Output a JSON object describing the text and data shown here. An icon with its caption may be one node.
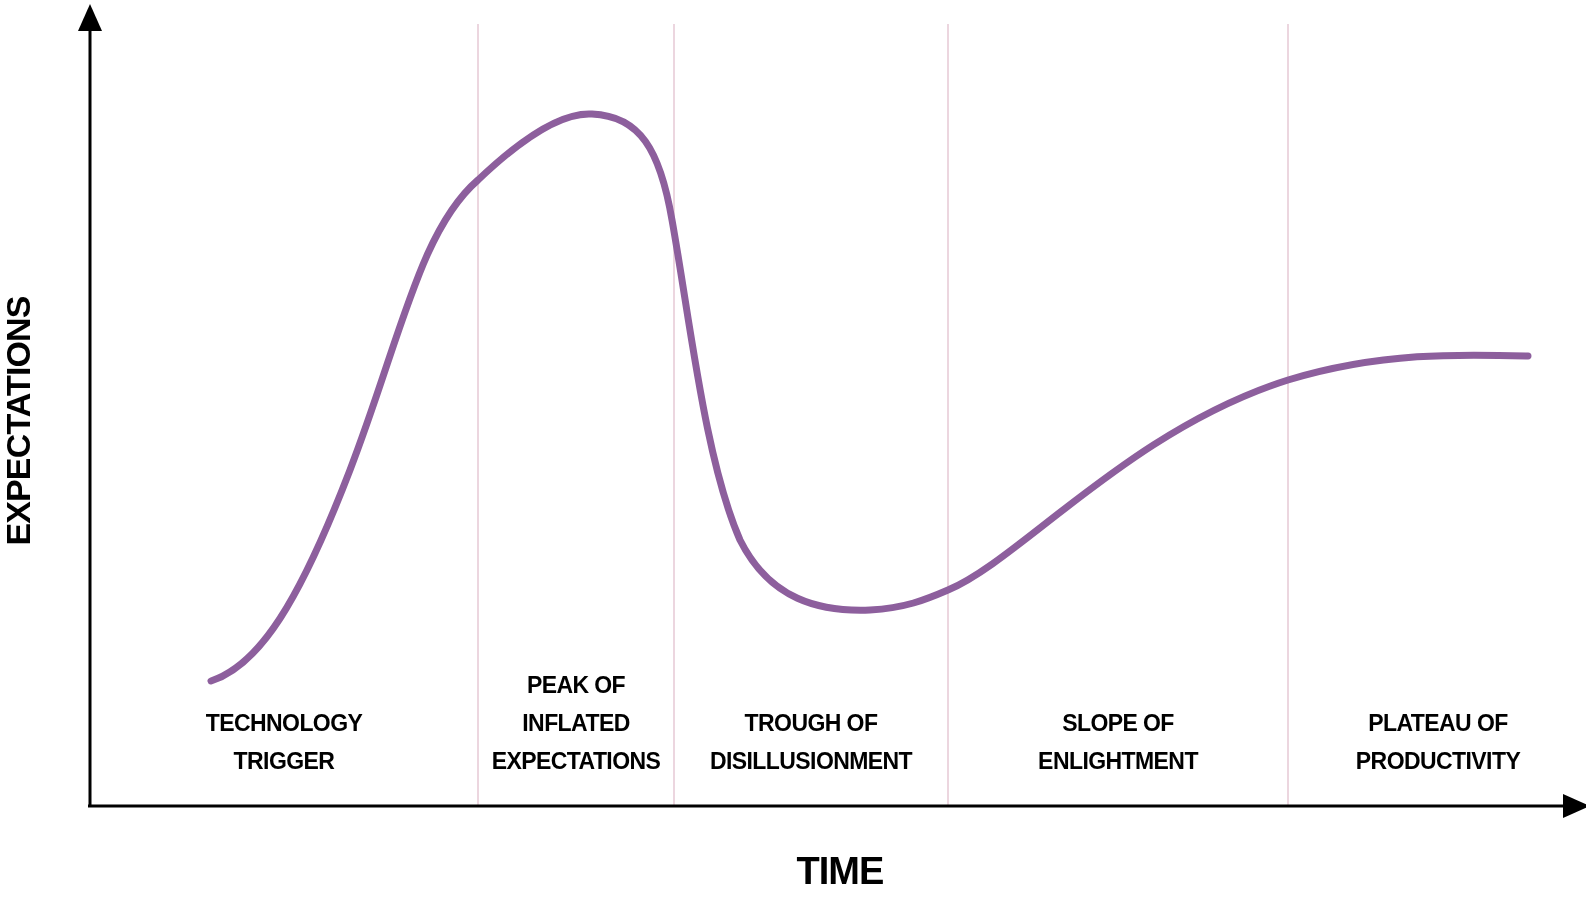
{
  "diagram": {
    "labels": [
      "EXPECTATIONS",
      "TECHNOLOGY TRIGGER",
      "PEAK OF INFLATED EXPECTATIONS",
      "TROUGH OF DISILLUSIONMENT",
      "SLOPE OF ENLIGHTMENT",
      "PLATEAU OF PRODUCTIVITY",
      "TIME"
    ]
  }
}
